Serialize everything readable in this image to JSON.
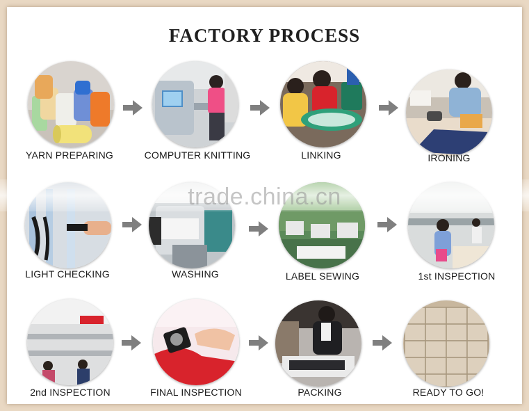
{
  "title": "FACTORY PROCESS",
  "watermark": "trade.china.cn",
  "steps": [
    {
      "label": "YARN PREPARING",
      "icon": "yarn-cones-photo"
    },
    {
      "label": "COMPUTER KNITTING",
      "icon": "knitting-machine-photo"
    },
    {
      "label": "LINKING",
      "icon": "linking-machine-photo"
    },
    {
      "label": "IRONING",
      "icon": "ironing-photo"
    },
    {
      "label": "LIGHT CHECKING",
      "icon": "light-checking-photo"
    },
    {
      "label": "WASHING",
      "icon": "washing-machine-photo"
    },
    {
      "label": "LABEL SEWING",
      "icon": "sewing-workshop-photo"
    },
    {
      "label": "1st INSPECTION",
      "icon": "inspection-line-photo"
    },
    {
      "label": "2nd INSPECTION",
      "icon": "factory-floor-photo"
    },
    {
      "label": "FINAL INSPECTION",
      "icon": "magnifier-inspection-photo"
    },
    {
      "label": "PACKING",
      "icon": "packing-photo"
    },
    {
      "label": "READY TO GO!",
      "icon": "carton-boxes-photo"
    }
  ],
  "arrow_icon": "right-arrow-icon",
  "colors": {
    "arrow": "#7f7f7f",
    "background": "#e9d8c3"
  }
}
